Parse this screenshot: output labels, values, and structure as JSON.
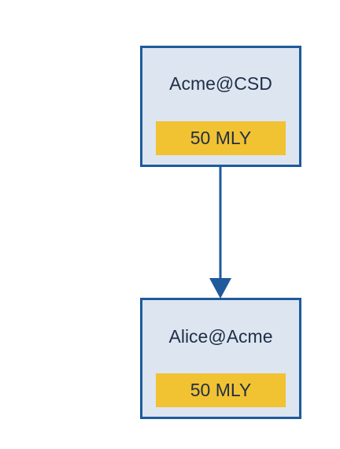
{
  "nodes": [
    {
      "name": "Acme@CSD",
      "badge": "50 MLY"
    },
    {
      "name": "Alice@Acme",
      "badge": "50 MLY"
    }
  ],
  "edges": [
    {
      "from": "Acme@CSD",
      "to": "Alice@Acme"
    }
  ],
  "colors": {
    "node_border": "#1e5a9c",
    "node_fill": "#dde5f0",
    "badge_fill": "#f1c232",
    "arrow": "#1e5a9c",
    "text": "#1f2f47"
  }
}
